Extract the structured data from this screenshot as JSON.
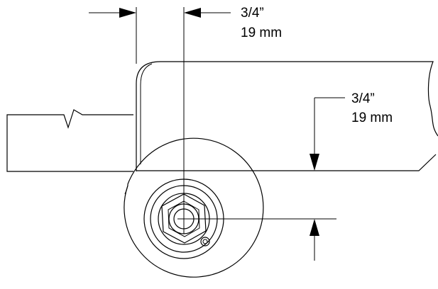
{
  "dimensions": {
    "top": {
      "inch": "3/4”",
      "mm": "19 mm"
    },
    "side": {
      "inch": "3/4”",
      "mm": "19 mm"
    }
  }
}
